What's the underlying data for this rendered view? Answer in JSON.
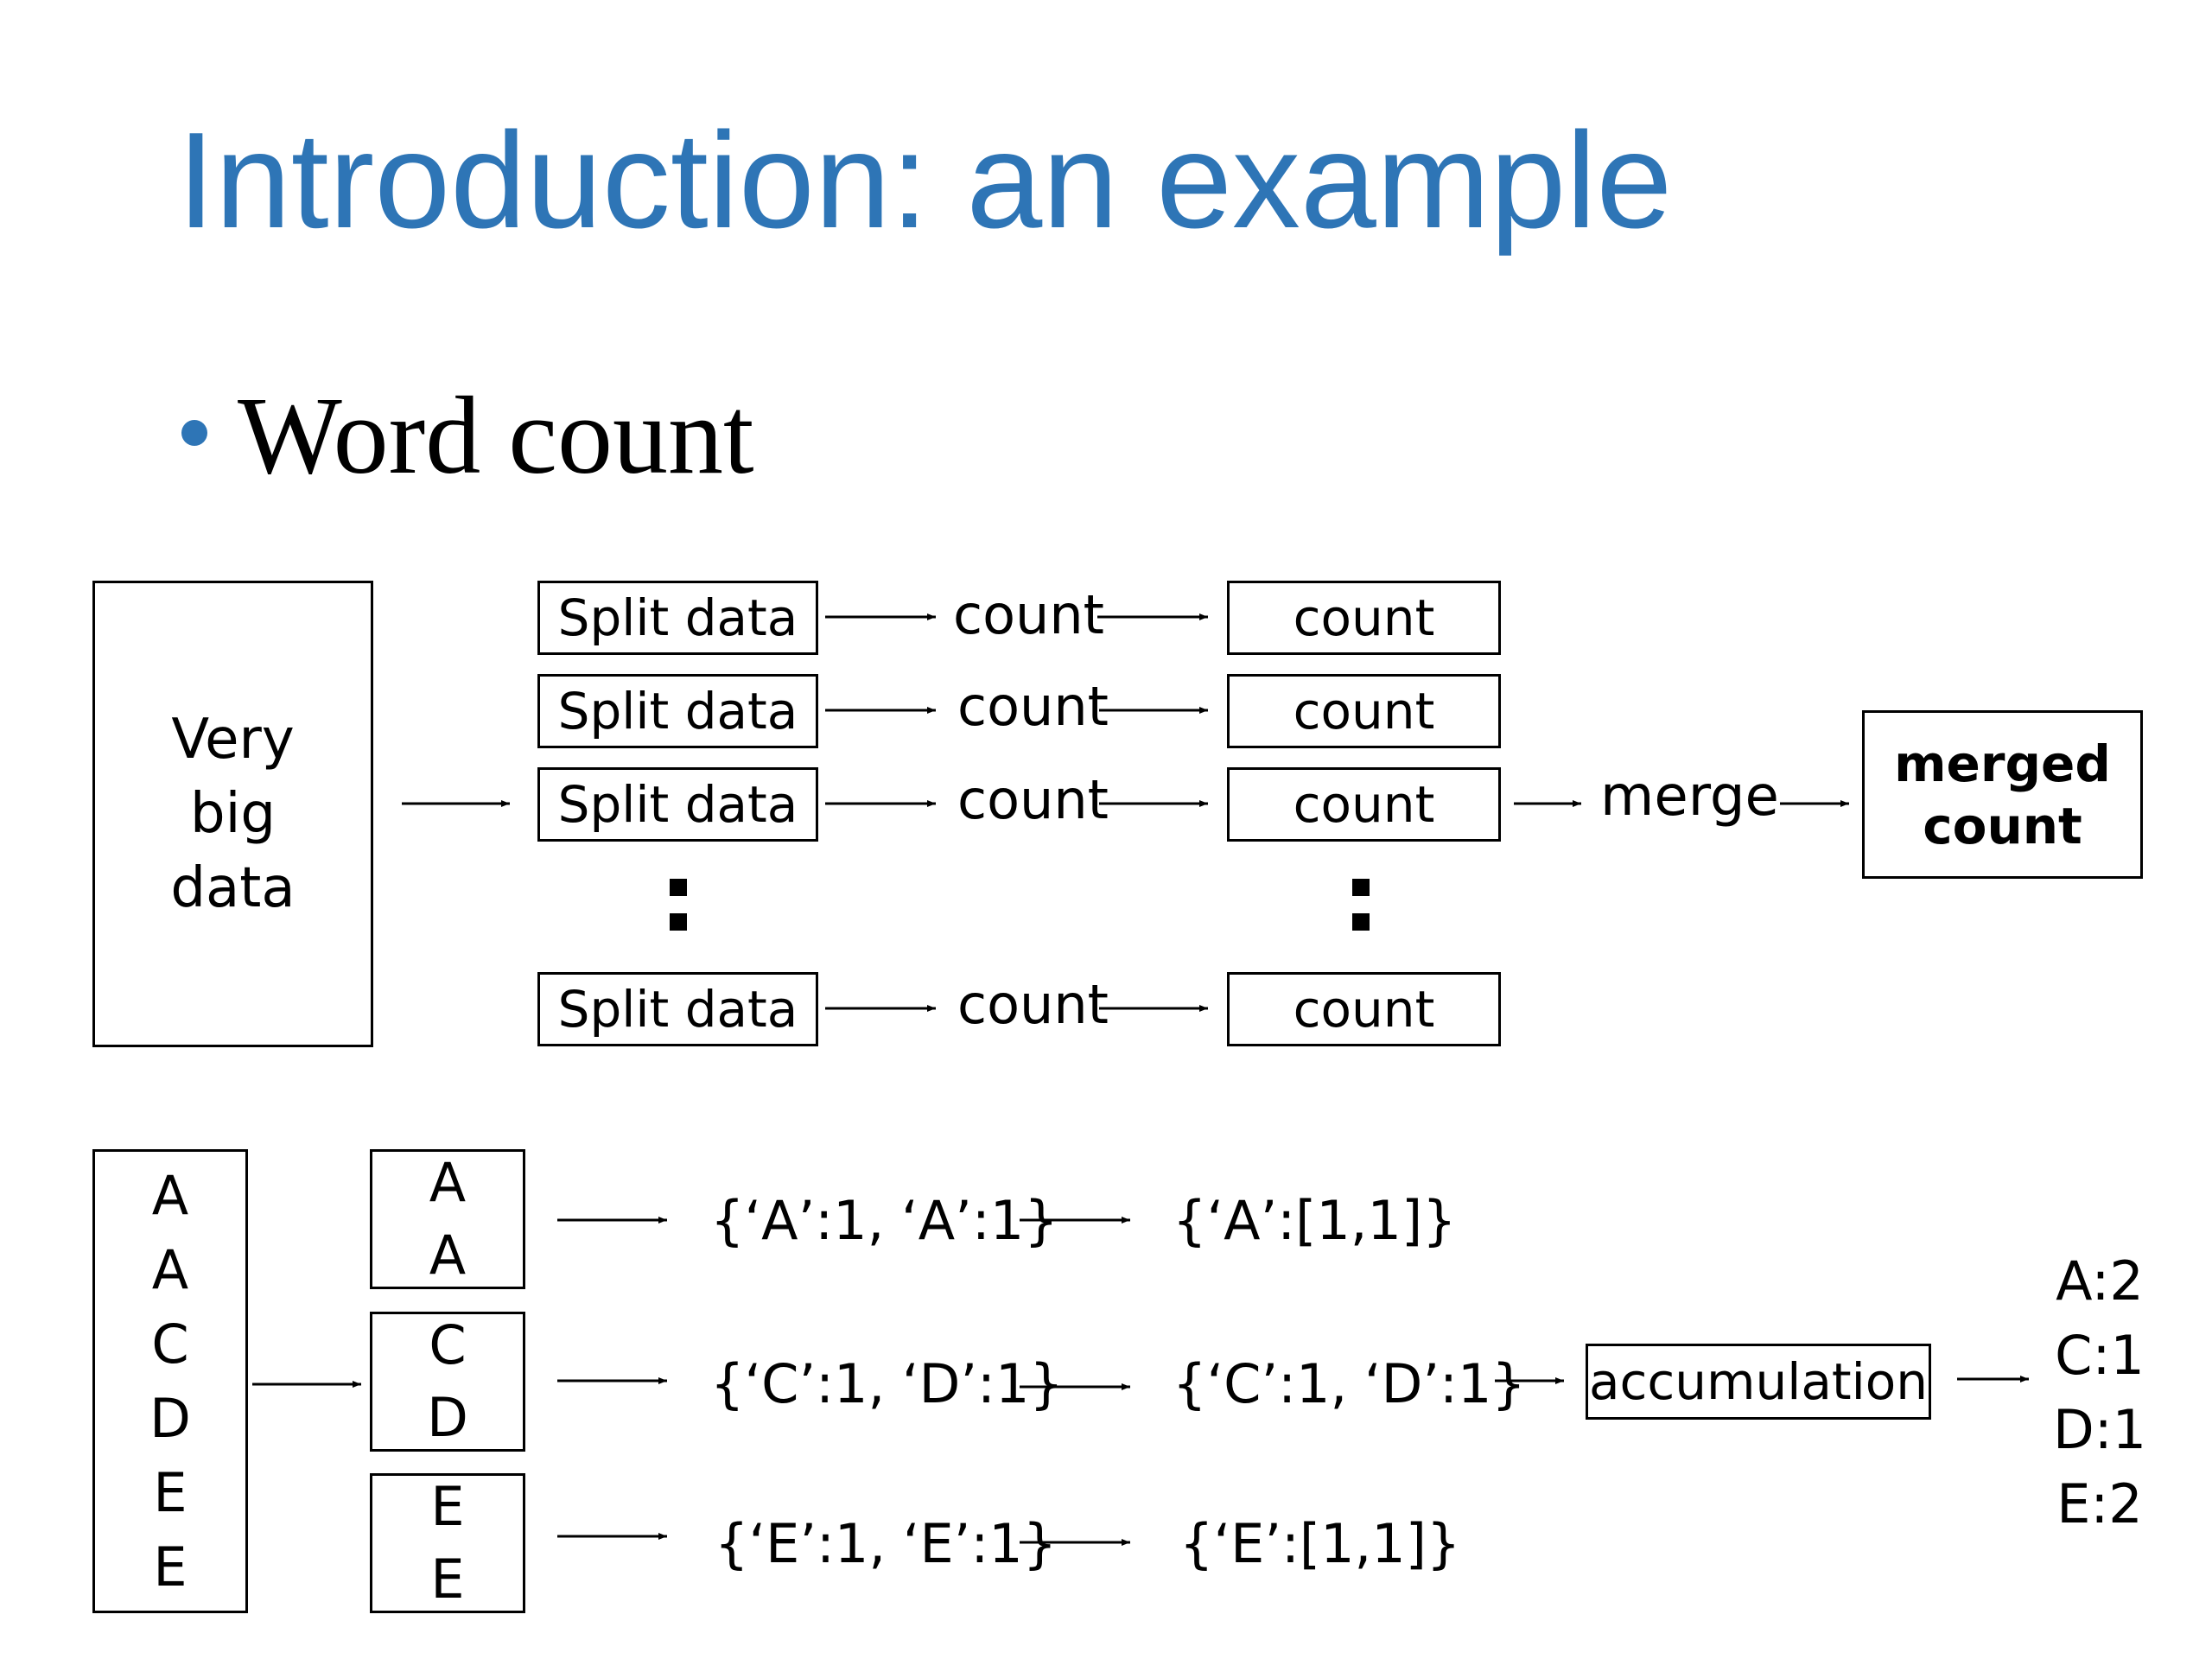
{
  "slide": {
    "title": "Introduction: an example",
    "bullet": "Word count"
  },
  "top_diagram": {
    "source_lines": [
      "Very",
      "big",
      "data"
    ],
    "split_label": "Split data",
    "op_label": "count",
    "result_label": "count",
    "merge_label": "merge",
    "merged_lines": [
      "merged",
      "count"
    ]
  },
  "bottom_diagram": {
    "input_letters": [
      "A",
      "A",
      "C",
      "D",
      "E",
      "E"
    ],
    "splits": [
      [
        "A",
        "A"
      ],
      [
        "C",
        "D"
      ],
      [
        "E",
        "E"
      ]
    ],
    "mapped": [
      "{‘A’:1, ‘A’:1}",
      "{‘C’:1, ‘D’:1}",
      "{‘E’:1, ‘E’:1}"
    ],
    "grouped": [
      "{‘A’:[1,1]}",
      "{‘C’:1, ‘D’:1}",
      "{‘E’:[1,1]}"
    ],
    "accumulation_label": "accumulation",
    "results": [
      "A:2",
      "C:1",
      "D:1",
      "E:2"
    ]
  },
  "colors": {
    "title": "#2e75b6",
    "bullet": "#2e75b6",
    "lines": "#000000"
  }
}
